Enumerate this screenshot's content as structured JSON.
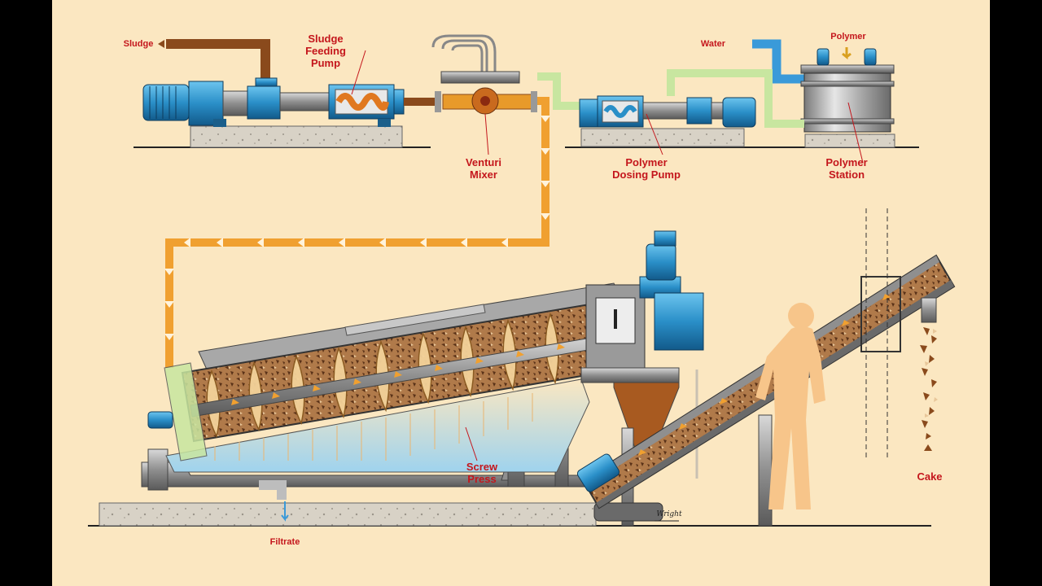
{
  "labels": {
    "sludge": "Sludge",
    "sludge_feeding_pump": "Sludge\nFeeding\nPump",
    "venturi_mixer": "Venturi\nMixer",
    "water": "Water",
    "polymer": "Polymer",
    "polymer_dosing_pump": "Polymer\nDosing Pump",
    "polymer_station": "Polymer\nStation",
    "screw_press": "Screw\nPress",
    "filtrate": "Filtrate",
    "cake": "Cake",
    "signature": "Wright"
  },
  "colors": {
    "background": "#fbe7c1",
    "label_red": "#c4161c",
    "sludge_brown": "#8a4a1c",
    "mix_orange": "#f0a030",
    "water_blue": "#3a9ad9",
    "polymer_green": "#c8e6a0",
    "motor_blue": "#2a8fc8",
    "steel_grey": "#9a9a9a",
    "concrete": "#d8d2c6"
  },
  "icons": [
    "flow-arrow-icon",
    "motor-icon",
    "pump-icon",
    "tank-icon",
    "operator-silhouette-icon"
  ]
}
